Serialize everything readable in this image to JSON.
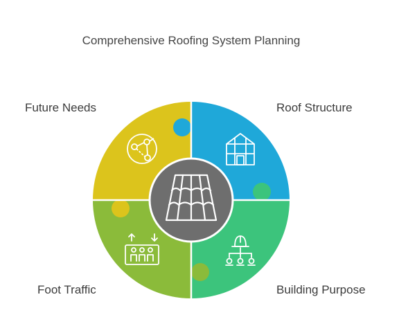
{
  "title": "Comprehensive Roofing System Planning",
  "segments": [
    {
      "label": "Future Needs",
      "color": "#dcc41c",
      "icon": "network-nodes-icon"
    },
    {
      "label": "Roof Structure",
      "color": "#1fa8d9",
      "icon": "greenhouse-frame-icon"
    },
    {
      "label": "Foot Traffic",
      "color": "#8bbb3a",
      "icon": "people-traffic-icon"
    },
    {
      "label": "Building Purpose",
      "color": "#3cc47c",
      "icon": "hardhat-hierarchy-icon"
    }
  ],
  "center": {
    "icon": "roof-tiles-icon",
    "color": "#6e6e6e"
  }
}
